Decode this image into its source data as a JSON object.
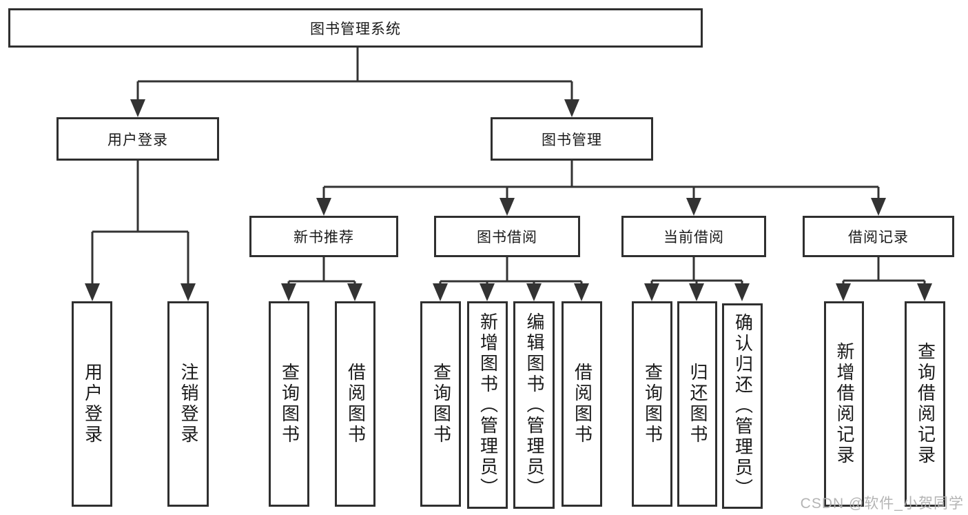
{
  "tree": {
    "label": "图书管理系统",
    "children": [
      {
        "label": "用户登录",
        "children": [
          {
            "label": "用户登录"
          },
          {
            "label": "注销登录"
          }
        ]
      },
      {
        "label": "图书管理",
        "children": [
          {
            "label": "新书推荐",
            "children": [
              {
                "label": "查询图书"
              },
              {
                "label": "借阅图书"
              }
            ]
          },
          {
            "label": "图书借阅",
            "children": [
              {
                "label": "查询图书"
              },
              {
                "label": "新增图书（管理员）"
              },
              {
                "label": "编辑图书（管理员）"
              },
              {
                "label": "借阅图书"
              }
            ]
          },
          {
            "label": "当前借阅",
            "children": [
              {
                "label": "查询图书"
              },
              {
                "label": "归还图书"
              },
              {
                "label": "确认归还（管理员）"
              }
            ]
          },
          {
            "label": "借阅记录",
            "children": [
              {
                "label": "新增借阅记录"
              },
              {
                "label": "查询借阅记录"
              }
            ]
          }
        ]
      }
    ]
  },
  "watermark": "CSDN @软件_小贺同学",
  "colors": {
    "line": "#333333",
    "border": "#2f2f2f",
    "text": "#1a1a1a",
    "background": "#ffffff",
    "watermark": "#b0b0b0"
  }
}
